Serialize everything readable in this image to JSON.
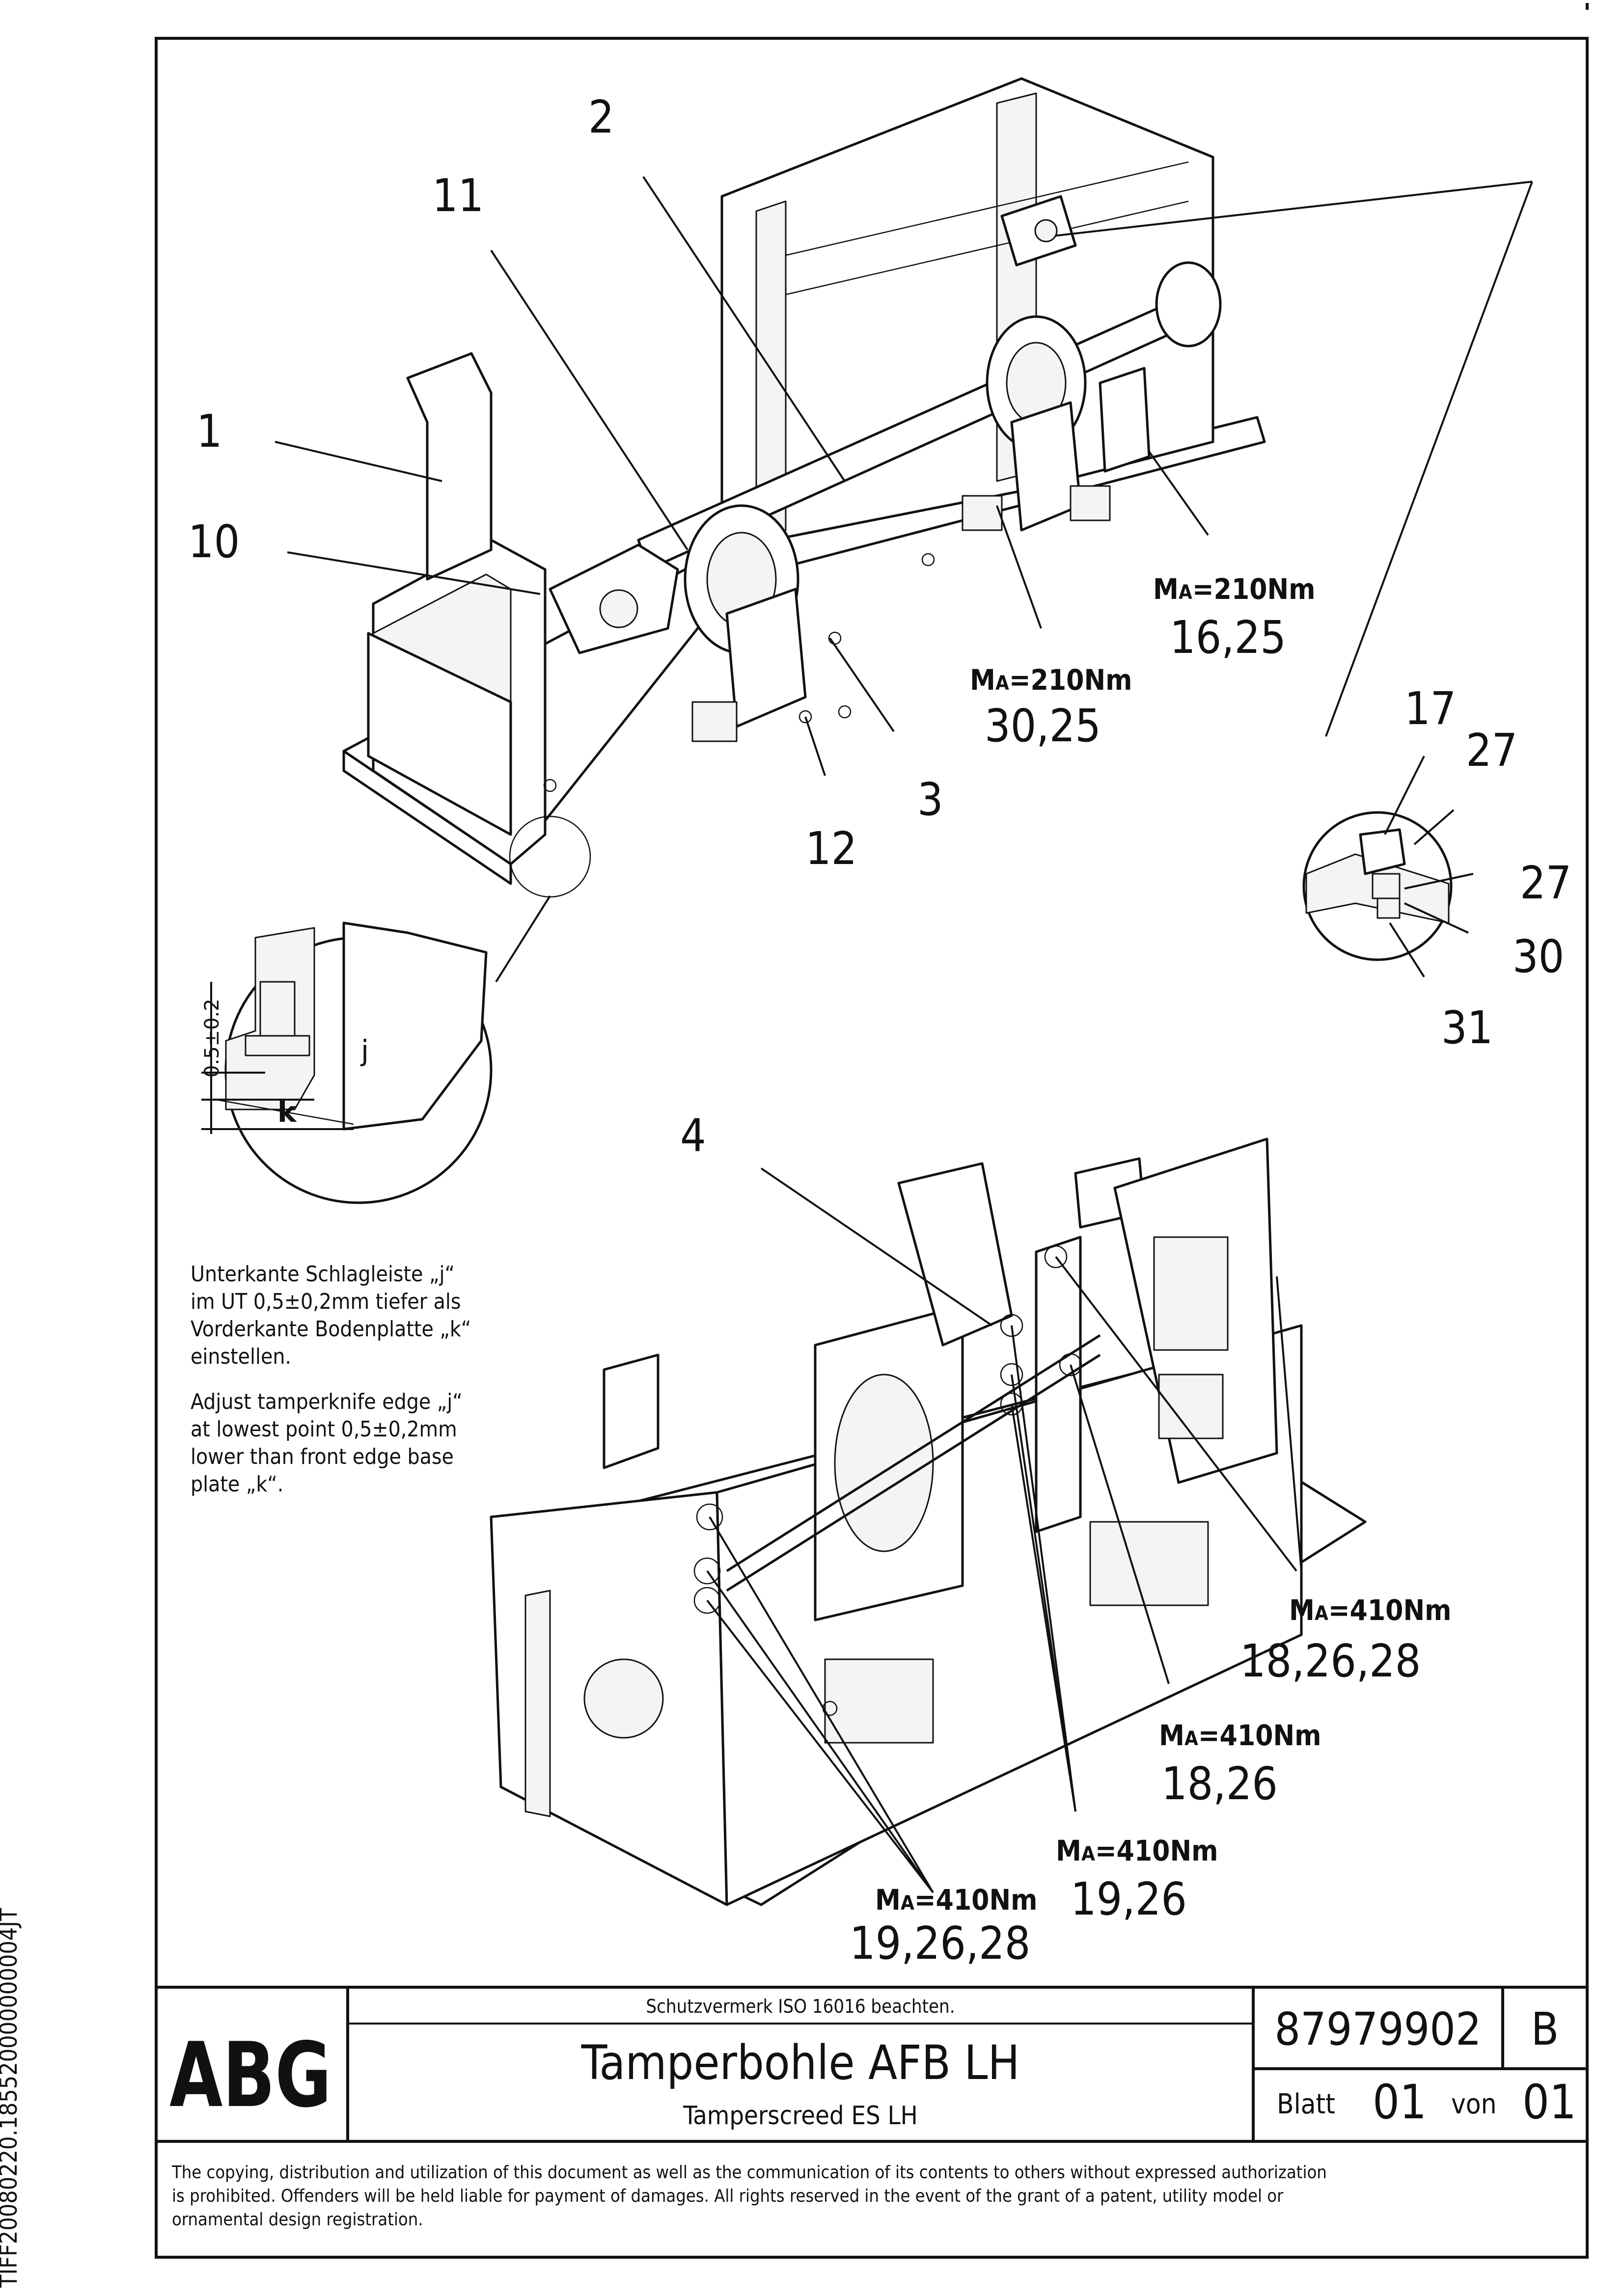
{
  "drawing": {
    "side_id": "TIFF20080220.185520000000004JT",
    "part_labels": [
      {
        "id": "2",
        "text": "2"
      },
      {
        "id": "11",
        "text": "11"
      },
      {
        "id": "1",
        "text": "1"
      },
      {
        "id": "10",
        "text": "10"
      },
      {
        "id": "3",
        "text": "3"
      },
      {
        "id": "12",
        "text": "12"
      },
      {
        "id": "17",
        "text": "17"
      },
      {
        "id": "27a",
        "text": "27"
      },
      {
        "id": "27b",
        "text": "27"
      },
      {
        "id": "30",
        "text": "30"
      },
      {
        "id": "31",
        "text": "31"
      },
      {
        "id": "4",
        "text": "4"
      }
    ],
    "torque_callouts": [
      {
        "id": "t1",
        "torque_prefix": "M",
        "torque_sub": "A",
        "torque_value": "=210Nm",
        "refs": "16,25"
      },
      {
        "id": "t2",
        "torque_prefix": "M",
        "torque_sub": "A",
        "torque_value": "=210Nm",
        "refs": "30,25"
      },
      {
        "id": "t3",
        "torque_prefix": "M",
        "torque_sub": "A",
        "torque_value": "=410Nm",
        "refs": "18,26,28"
      },
      {
        "id": "t4",
        "torque_prefix": "M",
        "torque_sub": "A",
        "torque_value": "=410Nm",
        "refs": "18,26"
      },
      {
        "id": "t5",
        "torque_prefix": "M",
        "torque_sub": "A",
        "torque_value": "=410Nm",
        "refs": "19,26"
      },
      {
        "id": "t6",
        "torque_prefix": "M",
        "torque_sub": "A",
        "torque_value": "=410Nm",
        "refs": "19,26,28"
      }
    ],
    "detail": {
      "dimension": "0.5±0.2",
      "label_j": "j",
      "label_k": "k"
    },
    "note_de": [
      "Unterkante Schlagleiste „j“",
      "im UT 0,5±0,2mm tiefer als",
      "Vorderkante Bodenplatte „k“",
      "einstellen."
    ],
    "note_en": [
      "Adjust tamperknife edge „j“",
      "at lowest point 0,5±0,2mm",
      "lower than front edge base",
      "plate „k“."
    ]
  },
  "title_block": {
    "logo": "ABG",
    "protection_note": "Schutzvermerk ISO 16016 beachten.",
    "title_de": "Tamperbohle AFB LH",
    "title_en": "Tamperscreed ES LH",
    "drawing_number": "87979902",
    "revision": "B",
    "sheet_label": "Blatt",
    "sheet_number": "01",
    "of_label": "von",
    "sheet_total": "01"
  },
  "copyright": [
    "The copying, distribution and utilization of this document as well as the communication of its contents to others without expressed authorization",
    "is prohibited. Offenders will be held liable for payment of damages. All rights reserved in the event of the grant of a patent, utility model or",
    "ornamental design registration."
  ]
}
